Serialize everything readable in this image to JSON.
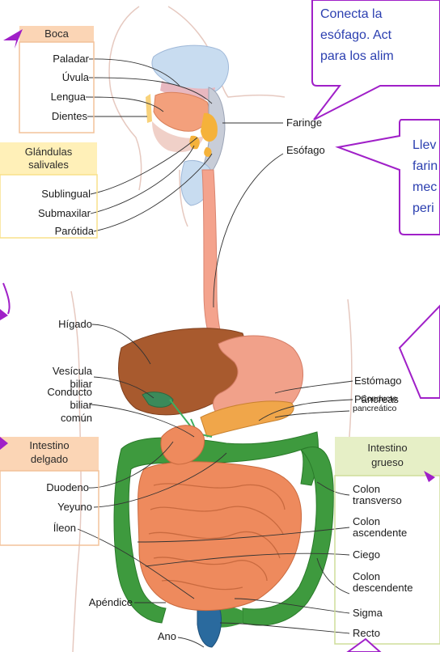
{
  "colors": {
    "box_orange": "#fbd5b5",
    "box_yellow": "#fff0b8",
    "box_green": "#e6efc6",
    "callout_border": "#a020c8",
    "callout_text": "#2b3fb0",
    "liver": "#a85a2e",
    "stomach": "#f1a18a",
    "small_intestine": "#ee8a5d",
    "large_intestine": "#3e9a3e",
    "rectum": "#2a6a9e",
    "esophagus": "#f4a38d"
  },
  "callouts": {
    "faringe_line1": "Conecta   la",
    "faringe_line2": "esófago. Act",
    "faringe_line3": "para los alim",
    "esofago_line1": "Llev",
    "esofago_line2": "farin",
    "esofago_line3": "mec",
    "esofago_line4": "peri"
  },
  "boxes": {
    "boca": "Boca",
    "glandulas_line1": "Glándulas",
    "glandulas_line2": "salivales",
    "intestino_delgado_line1": "Intestino",
    "intestino_delgado_line2": "delgado",
    "intestino_grueso_line1": "Intestino",
    "intestino_grueso_line2": "grueso"
  },
  "labels": {
    "paladar": "Paladar",
    "uvula": "Úvula",
    "lengua": "Lengua",
    "dientes": "Dientes",
    "sublingual": "Sublingual",
    "submaxilar": "Submaxilar",
    "parotida": "Parótida",
    "faringe": "Faringe",
    "esofago": "Esófago",
    "higado": "Hígado",
    "vesicula_line1": "Vesícula",
    "vesicula_line2": "biliar",
    "conducto_line1": "Conducto",
    "conducto_line2": "biliar",
    "conducto_line3": "común",
    "estomago": "Estómago",
    "pancreas": "Páncreas",
    "conducto_panc_line1": "Conducto",
    "conducto_panc_line2": "pancreático",
    "duodeno": "Duodeno",
    "yeyuno": "Yeyuno",
    "ileon": "Íleon",
    "colon_transverso_line1": "Colon",
    "colon_transverso_line2": "transverso",
    "colon_ascendente_line1": "Colon",
    "colon_ascendente_line2": "ascendente",
    "ciego": "Ciego",
    "colon_descendente_line1": "Colon",
    "colon_descendente_line2": "descendente",
    "sigma": "Sigma",
    "apendice": "Apéndice",
    "recto": "Recto",
    "ano": "Ano"
  }
}
